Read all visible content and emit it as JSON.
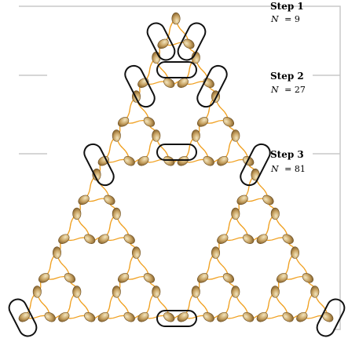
{
  "steps": [
    {
      "label": "Step 1",
      "n_var": "N",
      "n_value": "= 9"
    },
    {
      "label": "Step 2",
      "n_var": "N",
      "n_value": "= 27"
    },
    {
      "label": "Step 3",
      "n_var": "N",
      "n_value": "= 81"
    }
  ],
  "colors": {
    "bracket": "#c8c8c8",
    "link": "#f0a020",
    "particle_light": "#ead7a6",
    "particle_dark": "#8c6a32",
    "highlight": "#111111"
  },
  "icons": {
    "particle": "ellipsoid-particle-icon"
  }
}
